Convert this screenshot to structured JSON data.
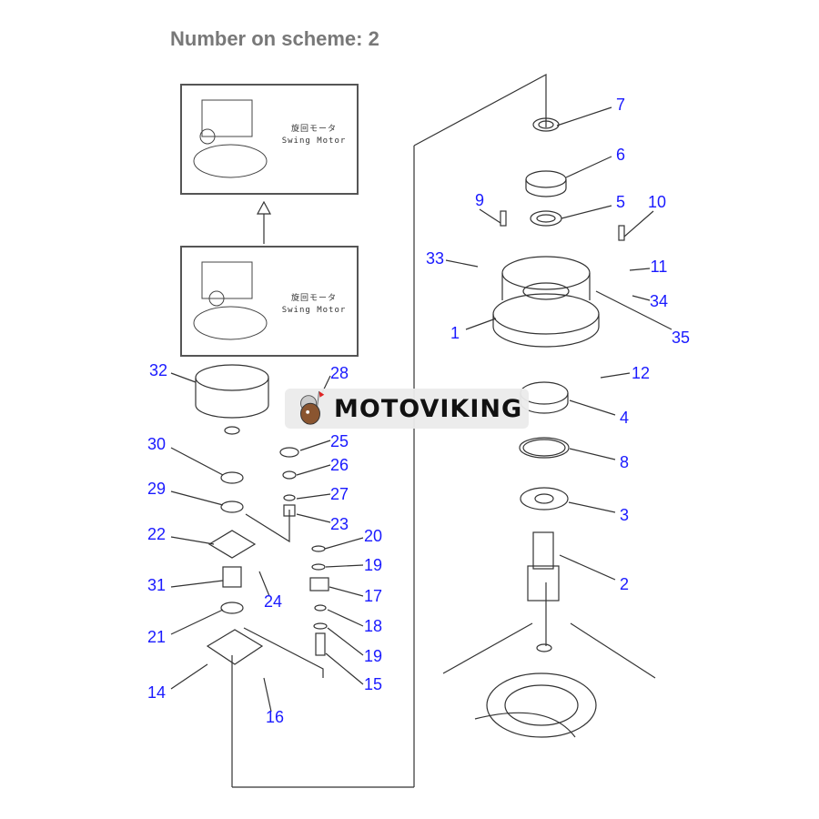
{
  "title": "Number on scheme: 2",
  "inset_top": {
    "jp": "旋回モータ",
    "en": "Swing Motor"
  },
  "inset_bottom": {
    "jp": "旋回モータ",
    "en": "Swing Motor"
  },
  "watermark": "MOTOVIKING",
  "labels": [
    "7",
    "6",
    "5",
    "9",
    "10",
    "33",
    "11",
    "34",
    "1",
    "35",
    "12",
    "4",
    "8",
    "3",
    "2",
    "32",
    "28",
    "25",
    "30",
    "26",
    "27",
    "29",
    "23",
    "22",
    "20",
    "19",
    "31",
    "24",
    "17",
    "18",
    "21",
    "19",
    "15",
    "14",
    "16"
  ],
  "colors": {
    "label": "#1a1aff",
    "title": "#787878",
    "line": "#333333"
  }
}
